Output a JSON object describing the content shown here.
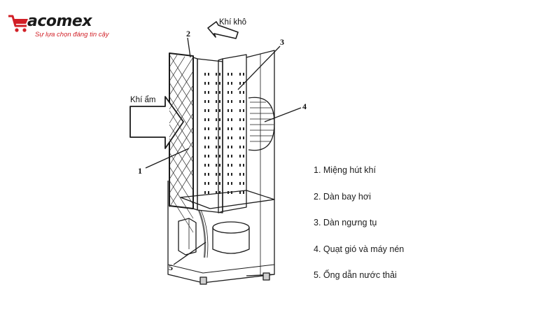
{
  "brand": {
    "name": "acomex",
    "tagline": "Sự lựa chọn đáng tin cậy",
    "accent": "#d11f26"
  },
  "diagram": {
    "labels": {
      "dry_air": "Khí khô",
      "humid_air": "Khí ẩm"
    },
    "callouts": [
      "1",
      "2",
      "3",
      "4",
      "5"
    ]
  },
  "legend": [
    "1. Miệng hút khí",
    "2. Dàn bay hơi",
    "3. Dàn ngưng tụ",
    "4. Quạt gió và máy nén",
    "5. Ống dẫn nước thải"
  ]
}
